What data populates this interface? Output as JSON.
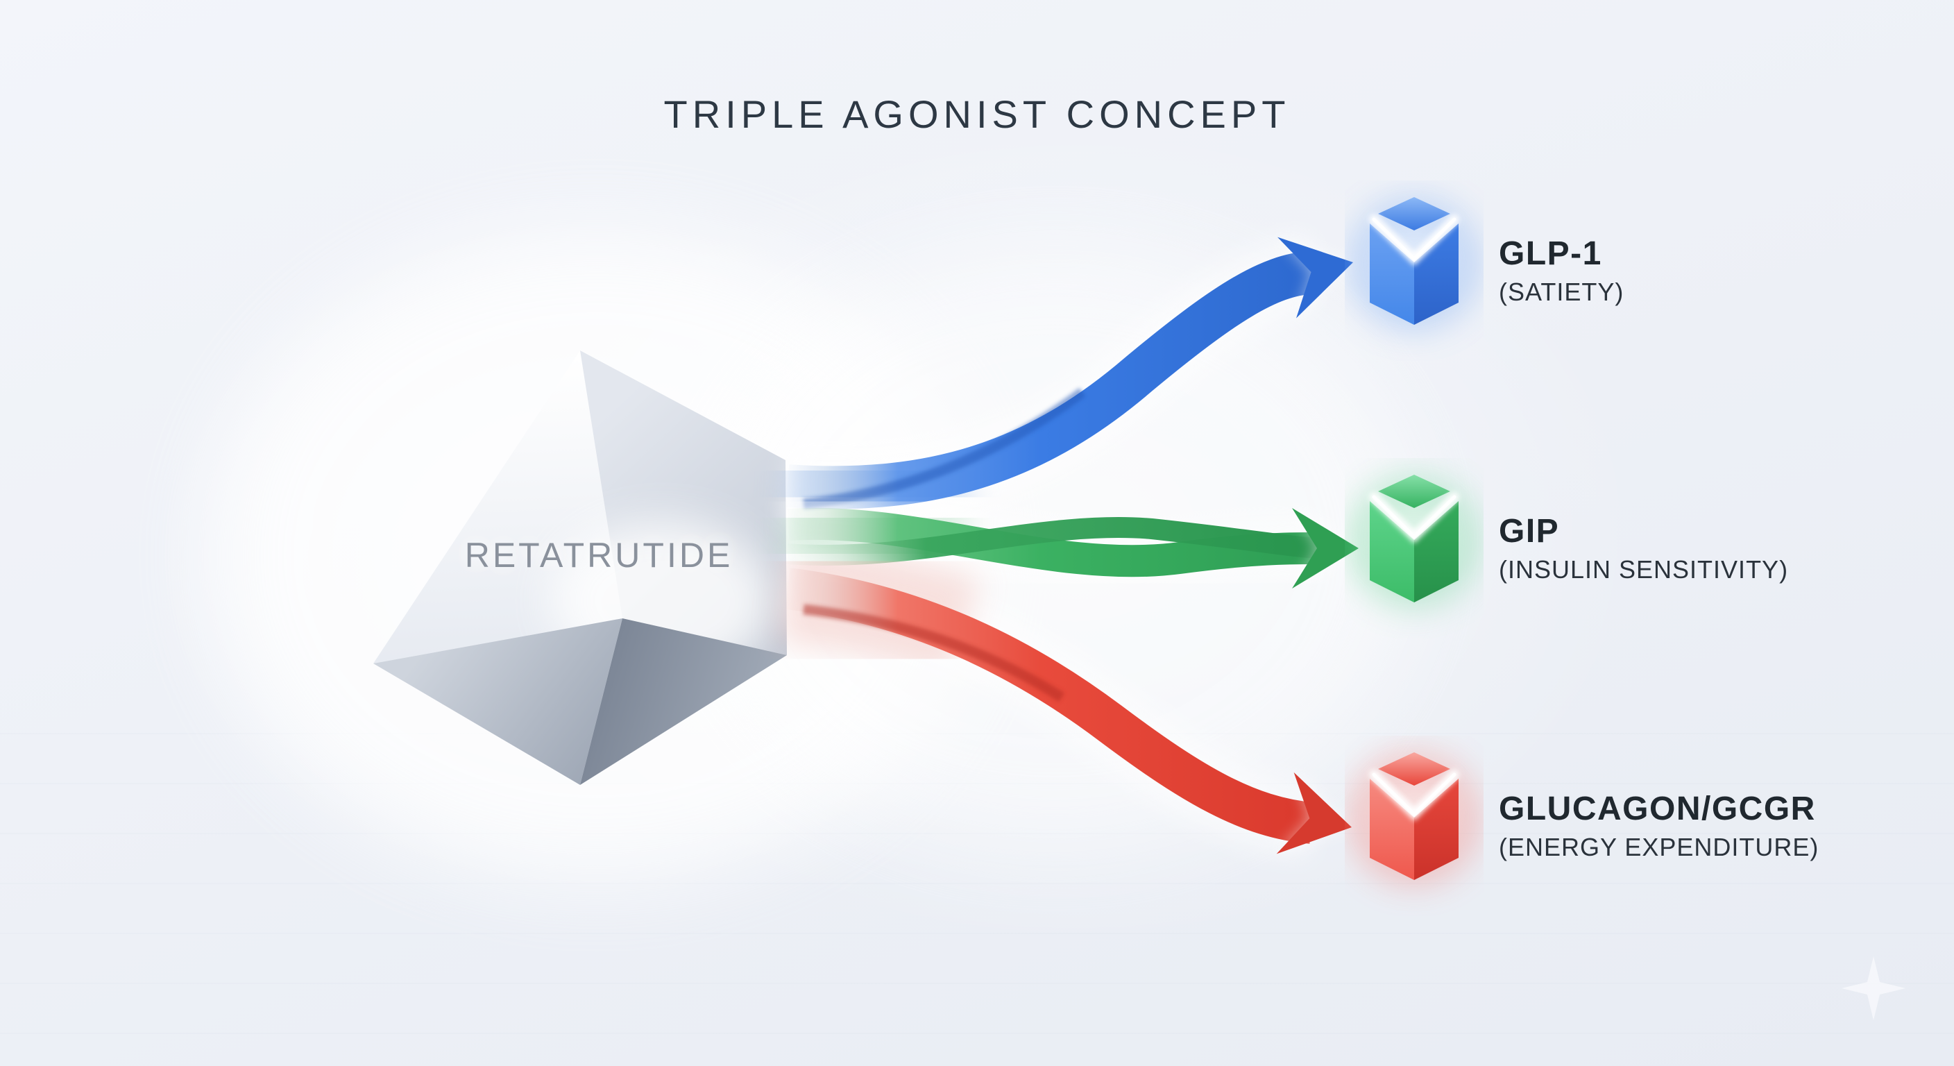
{
  "title": "TRIPLE AGONIST CONCEPT",
  "molecule": {
    "label": "RETATRUTIDE"
  },
  "receptors": [
    {
      "name": "GLP-1",
      "function": "(SATIETY)",
      "color": "#3b7ce4"
    },
    {
      "name": "GIP",
      "function": "(INSULIN SENSITIVITY)",
      "color": "#3bb162"
    },
    {
      "name": "GLUCAGON/GCGR",
      "function": "(ENERGY EXPENDITURE)",
      "color": "#e84b3c"
    }
  ],
  "decor": {
    "sparkle": "four-pointed-star"
  }
}
